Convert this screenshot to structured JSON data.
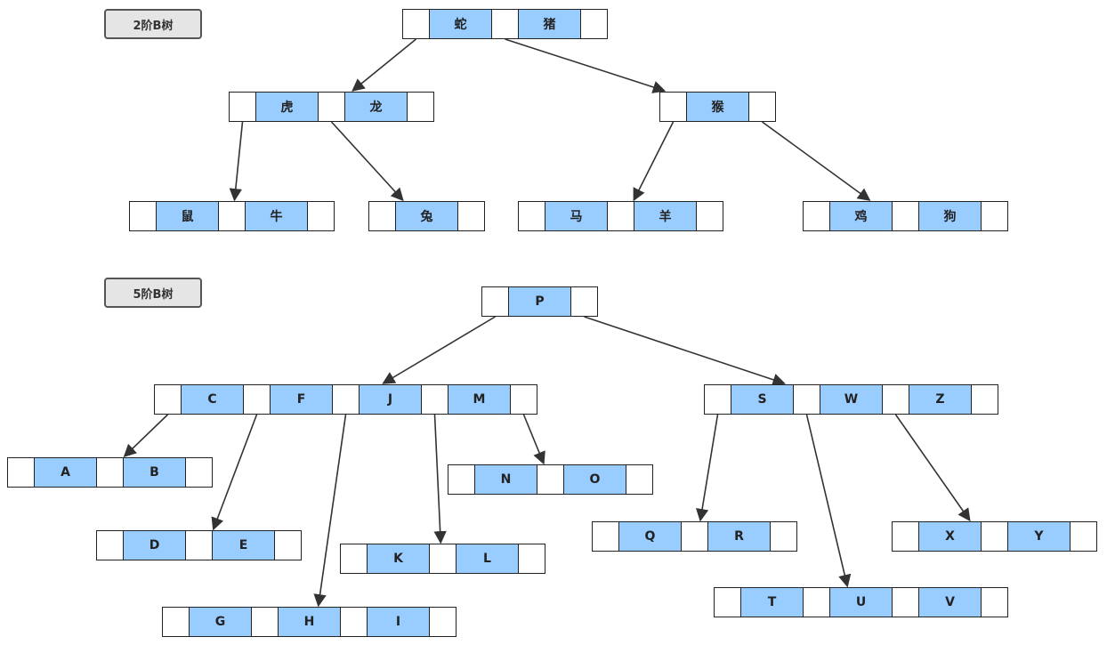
{
  "labels": [
    "2阶B树",
    "5阶B树"
  ],
  "colors": {
    "key_fill": "#99ccff",
    "label_fill": "#e5e5e5",
    "edge": "#333333"
  },
  "trees": [
    {
      "nodes": [
        {
          "id": "t1-root",
          "keys": [
            "蛇",
            "猪"
          ]
        },
        {
          "id": "t1-n1",
          "keys": [
            "虎",
            "龙"
          ]
        },
        {
          "id": "t1-n2",
          "keys": [
            "猴"
          ]
        },
        {
          "id": "t1-n3",
          "keys": [
            "鼠",
            "牛"
          ]
        },
        {
          "id": "t1-n4",
          "keys": [
            "兔"
          ]
        },
        {
          "id": "t1-n5",
          "keys": [
            "马",
            "羊"
          ]
        },
        {
          "id": "t1-n6",
          "keys": [
            "鸡",
            "狗"
          ]
        }
      ],
      "edges": [
        [
          "t1-root",
          0,
          "t1-n1"
        ],
        [
          "t1-root",
          1,
          "t1-n2"
        ],
        [
          "t1-n1",
          0,
          "t1-n3"
        ],
        [
          "t1-n1",
          1,
          "t1-n4"
        ],
        [
          "t1-n2",
          0,
          "t1-n5"
        ],
        [
          "t1-n2",
          1,
          "t1-n6"
        ]
      ]
    },
    {
      "nodes": [
        {
          "id": "t2-root",
          "keys": [
            "P"
          ]
        },
        {
          "id": "t2-cfjm",
          "keys": [
            "C",
            "F",
            "J",
            "M"
          ]
        },
        {
          "id": "t2-swz",
          "keys": [
            "S",
            "W",
            "Z"
          ]
        },
        {
          "id": "t2-ab",
          "keys": [
            "A",
            "B"
          ]
        },
        {
          "id": "t2-de",
          "keys": [
            "D",
            "E"
          ]
        },
        {
          "id": "t2-ghi",
          "keys": [
            "G",
            "H",
            "I"
          ]
        },
        {
          "id": "t2-kl",
          "keys": [
            "K",
            "L"
          ]
        },
        {
          "id": "t2-no",
          "keys": [
            "N",
            "O"
          ]
        },
        {
          "id": "t2-qr",
          "keys": [
            "Q",
            "R"
          ]
        },
        {
          "id": "t2-tuv",
          "keys": [
            "T",
            "U",
            "V"
          ]
        },
        {
          "id": "t2-xy",
          "keys": [
            "X",
            "Y"
          ]
        }
      ],
      "edges": [
        [
          "t2-root",
          0,
          "t2-cfjm"
        ],
        [
          "t2-root",
          1,
          "t2-swz"
        ],
        [
          "t2-cfjm",
          0,
          "t2-ab"
        ],
        [
          "t2-cfjm",
          1,
          "t2-de"
        ],
        [
          "t2-cfjm",
          2,
          "t2-ghi"
        ],
        [
          "t2-cfjm",
          3,
          "t2-kl"
        ],
        [
          "t2-cfjm",
          4,
          "t2-no"
        ],
        [
          "t2-swz",
          0,
          "t2-qr"
        ],
        [
          "t2-swz",
          1,
          "t2-tuv"
        ],
        [
          "t2-swz",
          2,
          "t2-xy"
        ]
      ]
    }
  ]
}
